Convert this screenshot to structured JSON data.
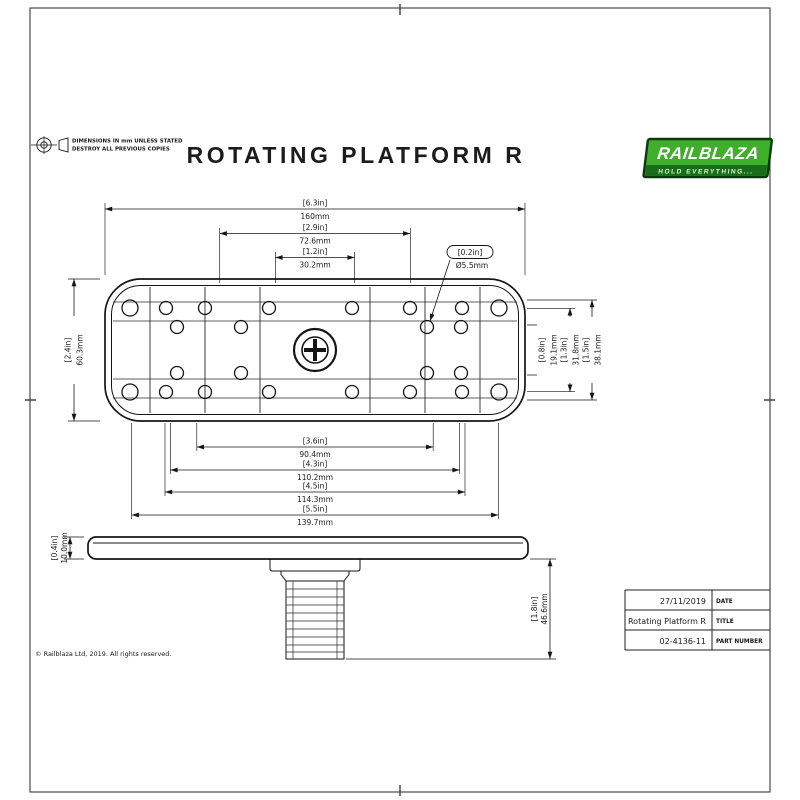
{
  "page": {
    "title": "ROTATING PLATFORM R",
    "note1": "DIMENSIONS IN mm UNLESS STATED",
    "note2": "DESTROY ALL PREVIOUS COPIES",
    "copyright": "© Railblaza Ltd, 2019. All rights reserved."
  },
  "logo": {
    "brand": "RAILBLAZA",
    "tagline": "HOLD EVERYTHING..."
  },
  "title_block": {
    "date": {
      "value": "27/11/2019",
      "label": "DATE"
    },
    "title": {
      "value": "Rotating Platform R",
      "label": "TITLE"
    },
    "part": {
      "value": "02-4136-11",
      "label": "PART NUMBER"
    }
  },
  "dims": {
    "w160": {
      "in": "[6.3in]",
      "mm": "160mm"
    },
    "w72": {
      "in": "[2.9in]",
      "mm": "72.6mm"
    },
    "w30": {
      "in": "[1.2in]",
      "mm": "30.2mm"
    },
    "hole": {
      "in": "[0.2in]",
      "mm": "Ø5.5mm"
    },
    "h60": {
      "in": "[2.4in]",
      "mm": "60.3mm"
    },
    "h19": {
      "in": "[0.8in]",
      "mm": "19.1mm"
    },
    "h31": {
      "in": "[1.3in]",
      "mm": "31.8mm"
    },
    "h38": {
      "in": "[1.5in]",
      "mm": "38.1mm"
    },
    "w90": {
      "in": "[3.6in]",
      "mm": "90.4mm"
    },
    "w110": {
      "in": "[4.3in]",
      "mm": "110.2mm"
    },
    "w114": {
      "in": "[4.5in]",
      "mm": "114.3mm"
    },
    "w139": {
      "in": "[5.5in]",
      "mm": "139.7mm"
    },
    "t10": {
      "in": "[0.4in]",
      "mm": "10.0mm"
    },
    "s46": {
      "in": "[1.8in]",
      "mm": "46.6mm"
    }
  },
  "colors": {
    "brand_green": "#3fae2a",
    "brand_green_dark": "#186e18",
    "line": "#1a1a1a"
  }
}
